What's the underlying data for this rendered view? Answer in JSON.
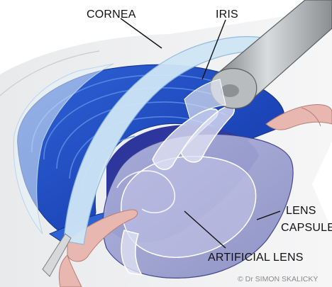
{
  "labels": {
    "cornea": "CORNEA",
    "iris": "IRIS",
    "lens_capsule_line1": "LENS",
    "lens_capsule_line2": "CAPSULE",
    "artificial_lens": "ARTIFICIAL LENS"
  },
  "copyright": "© Dr SIMON SKALICKY",
  "colors": {
    "cornea": "#cfe6f6",
    "iris_deep": "#1d4fc4",
    "iris_light": "#3a73dd",
    "capsule": "#9ea2d0",
    "pupil_dark": "#202a86",
    "tissue_pink": "#e8b7b0",
    "instrument": "#9fa3a6"
  }
}
